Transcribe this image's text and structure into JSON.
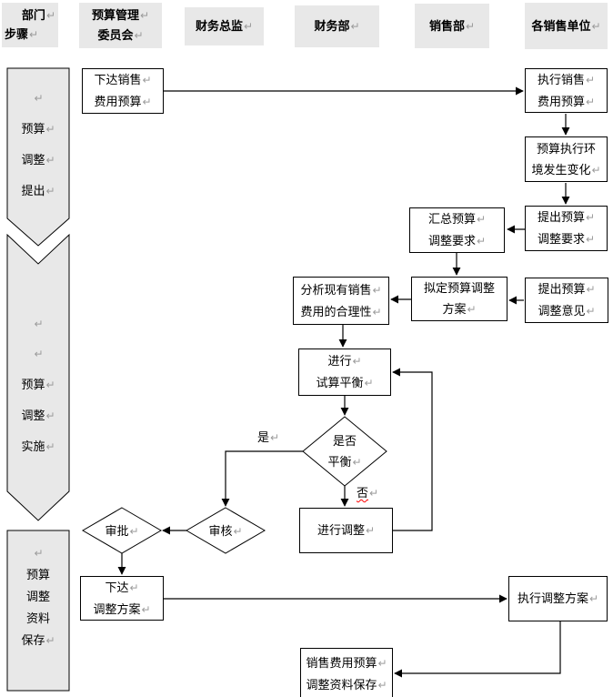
{
  "symbols": {
    "return_mark": "↵"
  },
  "colors": {
    "header_fill": "#e8e8e8",
    "stage_fill": "#e8e8e8",
    "box_fill": "#ffffff",
    "line": "#000000",
    "return_mark_gray": "#9b9b9b",
    "spellcheck_red": "#ff0000"
  },
  "header": {
    "corner": {
      "top_right": "部门",
      "bottom_left": "步骤"
    },
    "columns": [
      {
        "id": "budget-committee",
        "lines": [
          "预算管理",
          "委员会"
        ]
      },
      {
        "id": "finance-director",
        "lines": [
          "财务总监"
        ]
      },
      {
        "id": "finance-dept",
        "lines": [
          "财务部"
        ]
      },
      {
        "id": "sales-dept",
        "lines": [
          "销售部"
        ]
      },
      {
        "id": "sales-units",
        "lines": [
          "各销售单位"
        ]
      }
    ]
  },
  "stages": [
    {
      "id": "budget-adjust-propose",
      "lines": [
        "预算",
        "调整",
        "提出"
      ]
    },
    {
      "id": "budget-adjust-implement",
      "lines": [
        "预算",
        "调整",
        "实施"
      ]
    },
    {
      "id": "budget-adjust-archive",
      "lines": [
        "预算",
        "调整",
        "资料",
        "保存"
      ]
    }
  ],
  "boxes": {
    "issue_budget": {
      "lines": [
        "下达销售",
        "费用预算"
      ]
    },
    "execute_budget": {
      "lines": [
        "执行销售",
        "费用预算"
      ]
    },
    "env_change": {
      "lines": [
        "预算执行环",
        "境发生变化"
      ]
    },
    "raise_request": {
      "lines": [
        "提出预算",
        "调整要求"
      ]
    },
    "summarize_request": {
      "lines": [
        "汇总预算",
        "调整要求"
      ]
    },
    "draft_plan": {
      "lines": [
        "拟定预算调整",
        "方案"
      ]
    },
    "raise_opinion": {
      "lines": [
        "提出预算",
        "调整意见"
      ]
    },
    "analyze": {
      "lines": [
        "分析现有销售",
        "费用的合理性"
      ]
    },
    "trial_balance": {
      "lines": [
        "进行",
        "试算平衡"
      ]
    },
    "adjust": {
      "lines": [
        "进行调整"
      ]
    },
    "issue_plan": {
      "lines": [
        "下达",
        "调整方案"
      ]
    },
    "execute_plan": {
      "lines": [
        "执行调整方案"
      ]
    },
    "archive": {
      "lines": [
        "销售费用预算",
        "调整资料保存"
      ]
    }
  },
  "decisions": {
    "balance": {
      "lines": [
        "是否",
        "平衡"
      ]
    },
    "review": {
      "lines": [
        "审核"
      ]
    },
    "approve": {
      "lines": [
        "审批"
      ]
    }
  },
  "edge_labels": {
    "yes": "是",
    "no": "否"
  }
}
